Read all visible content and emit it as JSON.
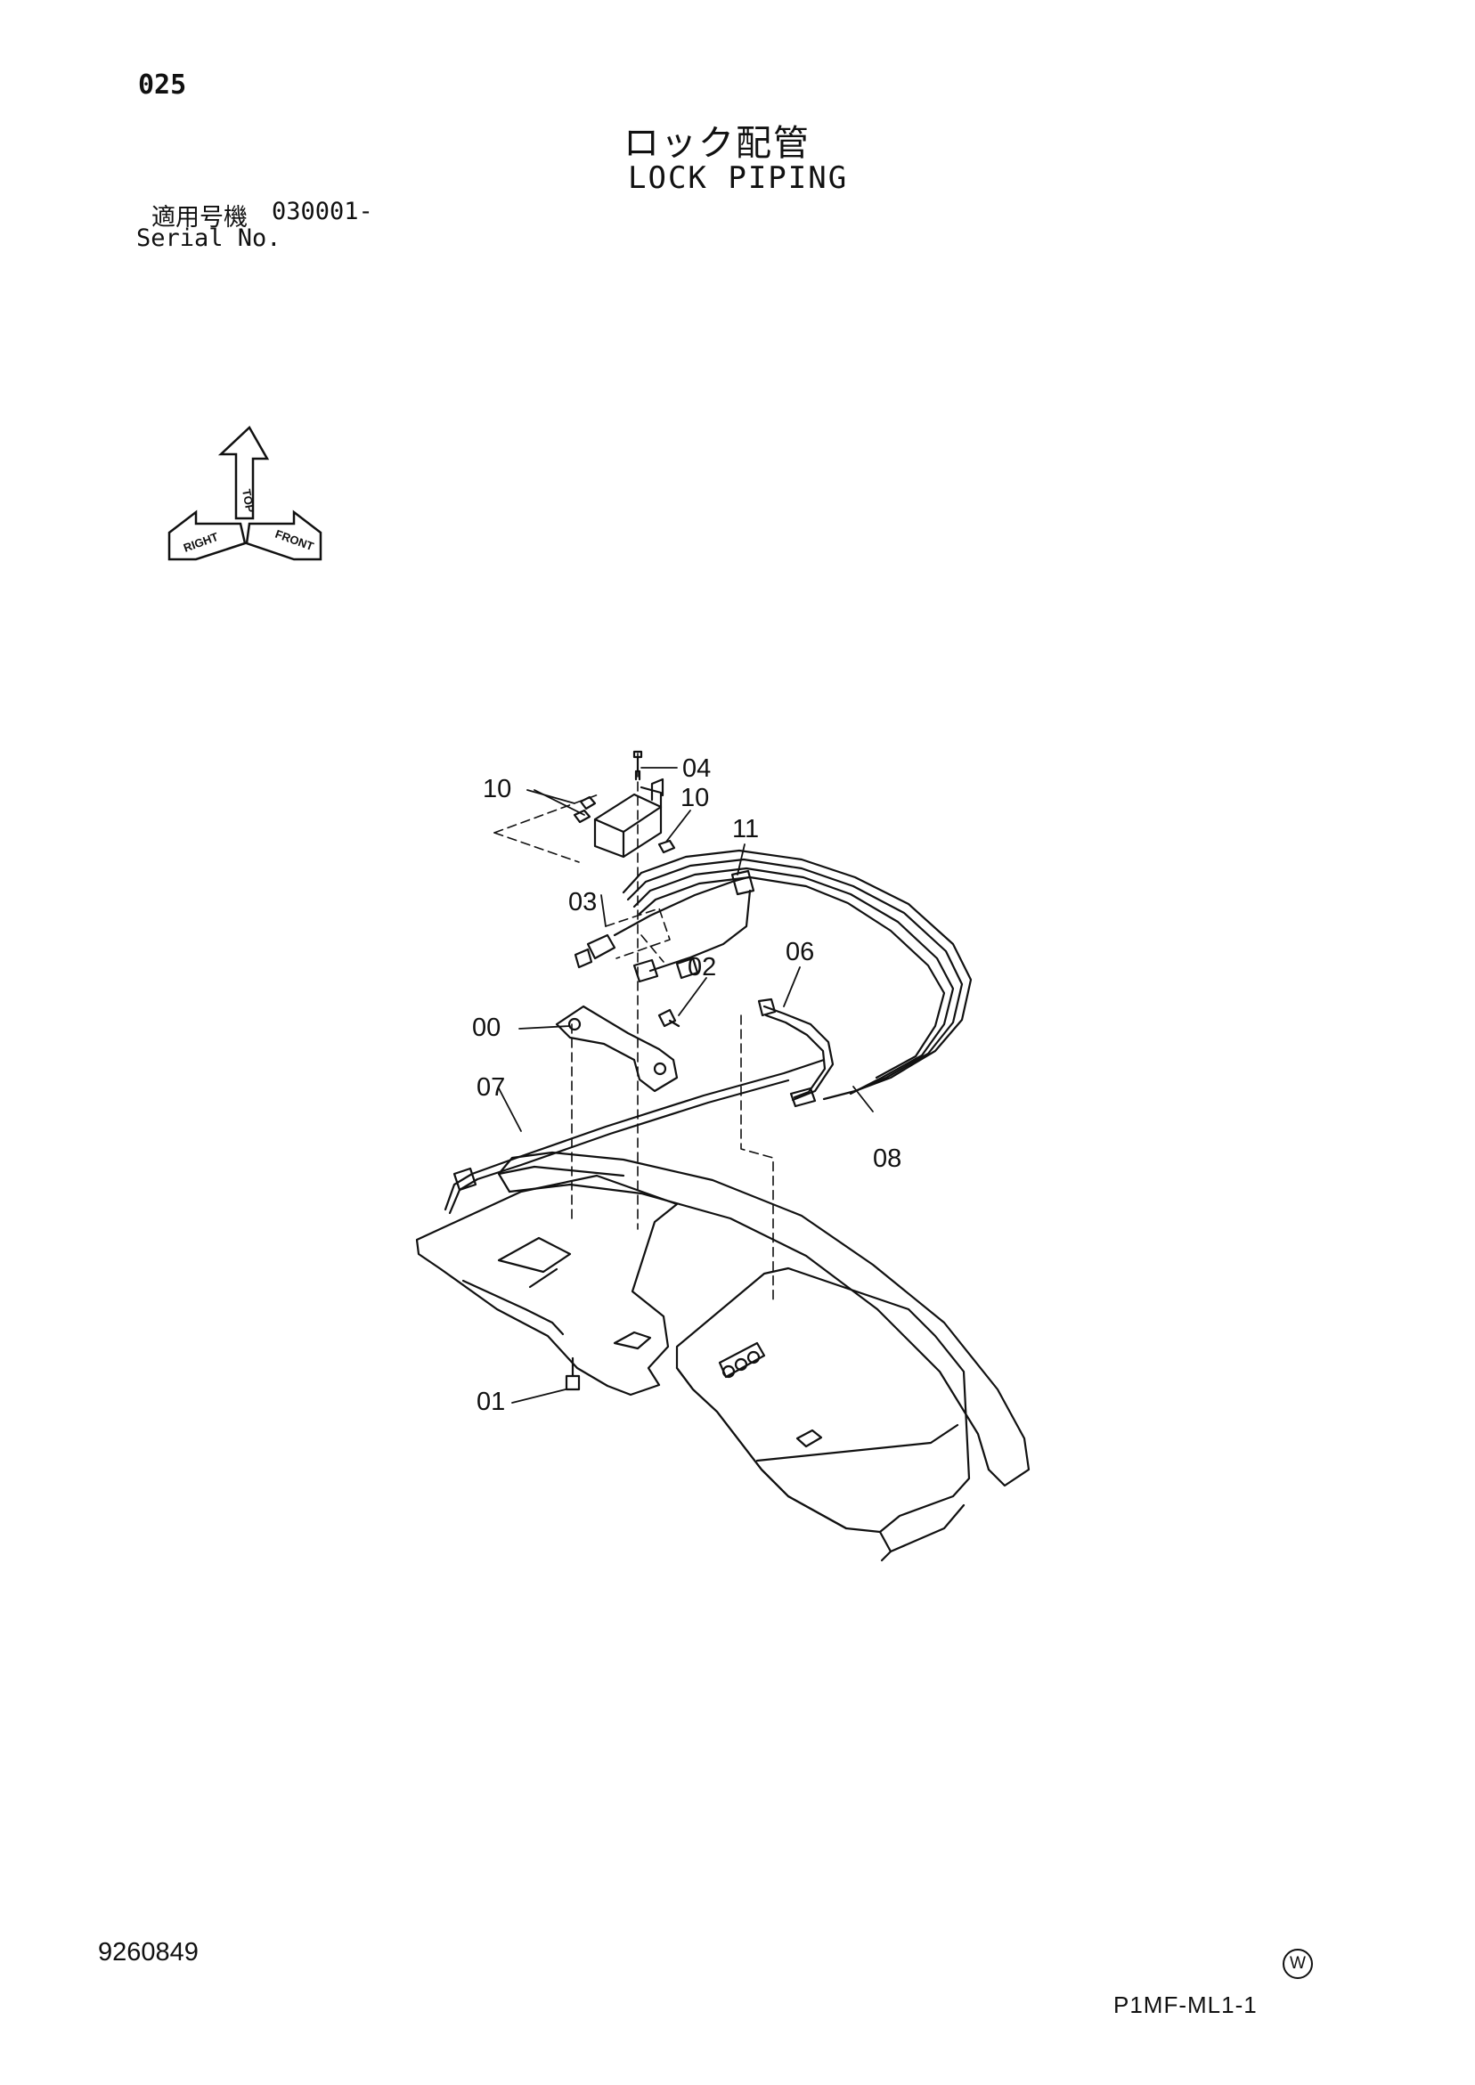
{
  "header": {
    "page_no": "025",
    "title_jp": "ロック配管",
    "title_en": "LOCK PIPING",
    "serial_label_jp": "適用号機",
    "serial_value": "030001-",
    "serial_label_en": "Serial No."
  },
  "orientation_icon": {
    "labels": [
      "TOP",
      "RIGHT",
      "FRONT"
    ]
  },
  "callouts": {
    "c00": "00",
    "c01": "01",
    "c02": "02",
    "c03": "03",
    "c04": "04",
    "c06": "06",
    "c07": "07",
    "c08": "08",
    "c10a": "10",
    "c10b": "10",
    "c11": "11"
  },
  "footer": {
    "drawing_no": "9260849",
    "maker_mark": "W",
    "catalog_code": "P1MF-ML1-1"
  }
}
